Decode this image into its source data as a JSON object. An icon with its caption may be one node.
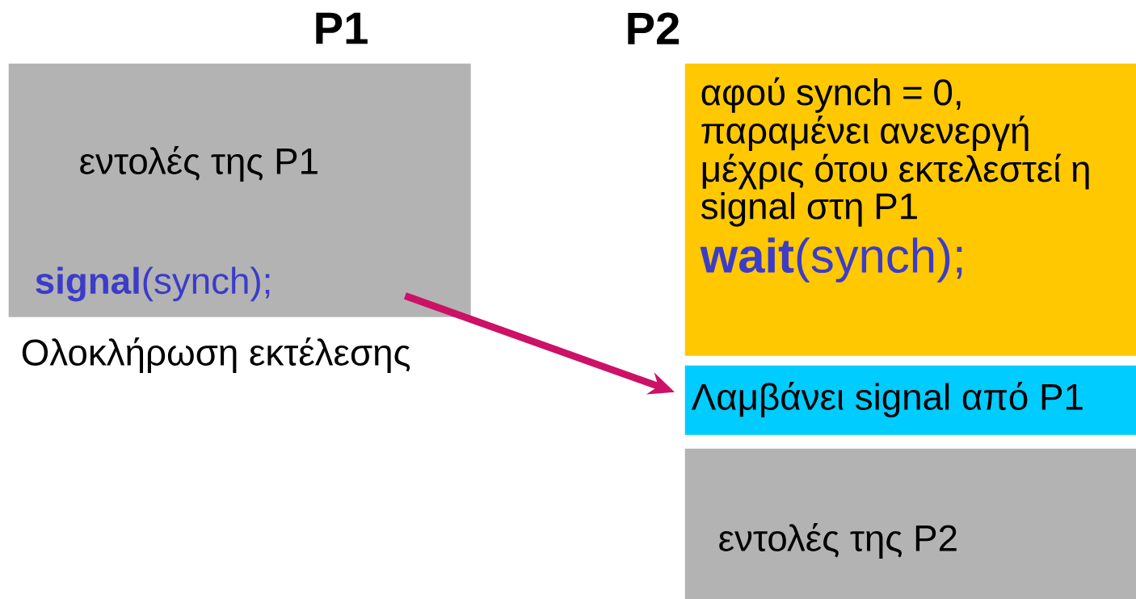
{
  "diagram": {
    "nodes": [
      {
        "text": [
          "εντολές της P1",
          "**signal**(synch);"
        ],
        "beside": [
          "Ολοκλήρωση εκτέλεσης"
        ]
      },
      {
        "text": [
          "αφού synch = 0, παραμένει ανενεργή μέχρις ότου εκτελεστεί η signal στη P1",
          "**wait**(synch);"
        ]
      },
      {
        "text": [
          "Λαμβάνει signal από P1"
        ]
      },
      {
        "text": [
          "εντολές της P2"
        ]
      }
    ],
    "edges": [
      {
        "from": 0,
        "to": 2,
        "arrow": "to",
        "color": "#cc1166"
      }
    ],
    "labels": [
      "P1",
      "P2"
    ]
  }
}
